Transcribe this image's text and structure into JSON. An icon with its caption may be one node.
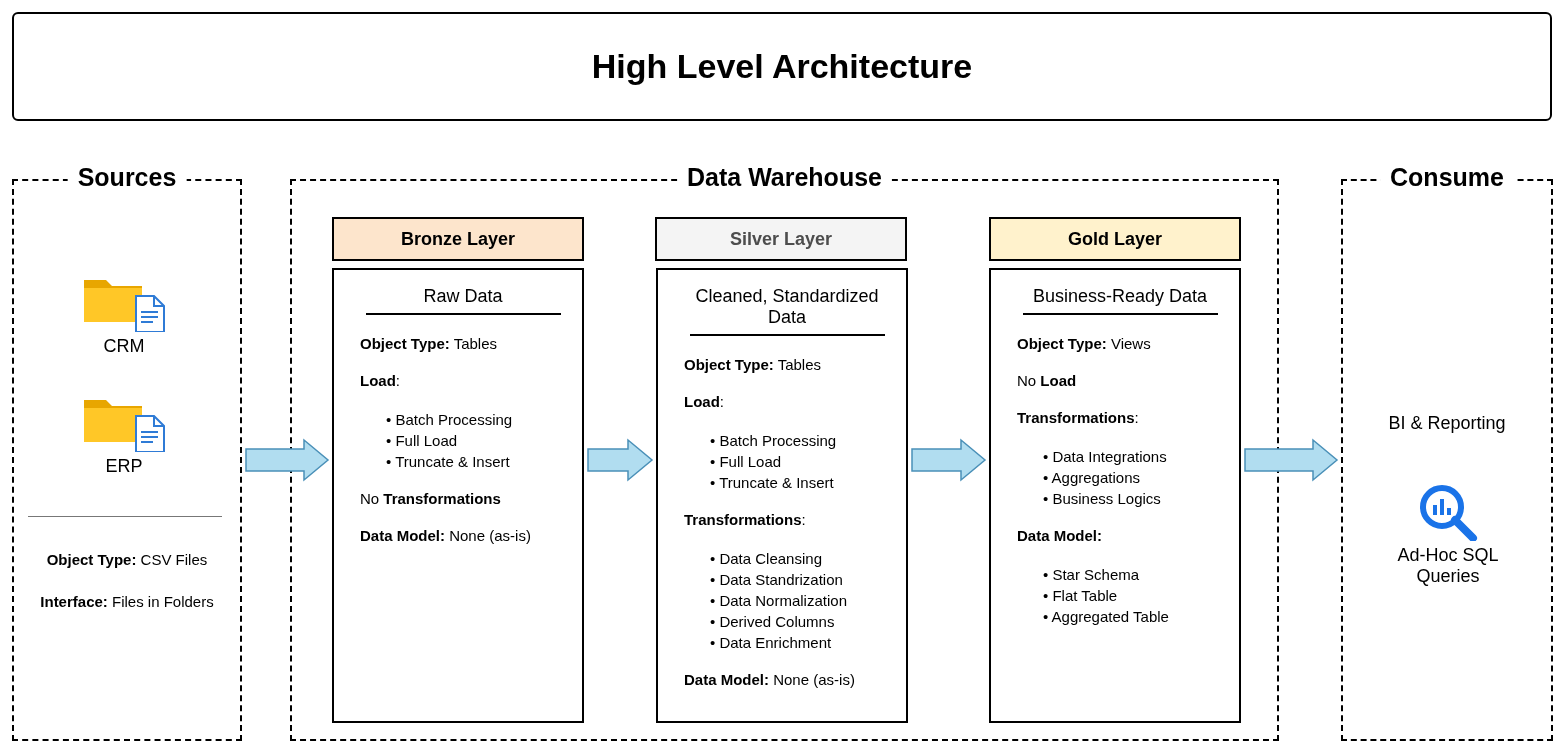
{
  "diagram": {
    "title": "High Level Architecture",
    "nodes": [
      {
        "text": [
          "Sources",
          "**Object Type:** CSV Files",
          "**Interface:** Files in Folders"
        ]
      },
      {
        "text": [
          "CRM"
        ],
        "in": 0
      },
      {
        "text": [
          "ERP"
        ],
        "in": 0
      },
      {
        "text": [
          "Data Warehouse"
        ]
      },
      {
        "text": [
          "Bronze Layer"
        ],
        "in": 3
      },
      {
        "text": [
          "Raw Data",
          "**Object Type:** Tables",
          "**Load**:",
          "• Batch Processing",
          "• Full Load",
          "• Truncate & Insert",
          "No **Transformations**",
          "**Data Model:** None (as-is)"
        ],
        "in": 3
      },
      {
        "text": [
          "Silver Layer"
        ],
        "in": 3
      },
      {
        "text": [
          "Cleaned, Standardized Data",
          "**Object Type:** Tables",
          "**Load**:",
          "• Batch Processing",
          "• Full Load",
          "• Truncate & Insert",
          "**Transformations**:",
          "• Data Cleansing",
          "• Data Standrization",
          "• Data Normalization",
          "• Derived Columns",
          "• Data Enrichment",
          "**Data Model:** None (as-is)"
        ],
        "in": 3
      },
      {
        "text": [
          "Gold Layer"
        ],
        "in": 3
      },
      {
        "text": [
          "Business-Ready Data",
          "**Object Type:** Views",
          "No **Load**",
          "**Transformations**:",
          "• Data Integrations",
          "• Aggregations",
          "• Business Logics",
          "**Data Model:**",
          "• Star Schema",
          "• Flat Table",
          "• Aggregated Table"
        ],
        "in": 3
      },
      {
        "text": [
          "Consume"
        ]
      },
      {
        "text": [
          "BI & Reporting"
        ],
        "in": 10
      },
      {
        "text": [
          "Ad-Hoc SQL Queries"
        ],
        "in": 10
      }
    ],
    "edges": [
      {
        "from": 0,
        "to": 5,
        "arrow": "to"
      },
      {
        "from": 5,
        "to": 7,
        "arrow": "to"
      },
      {
        "from": 7,
        "to": 9,
        "arrow": "to"
      },
      {
        "from": 9,
        "to": 10,
        "arrow": "to"
      }
    ]
  }
}
